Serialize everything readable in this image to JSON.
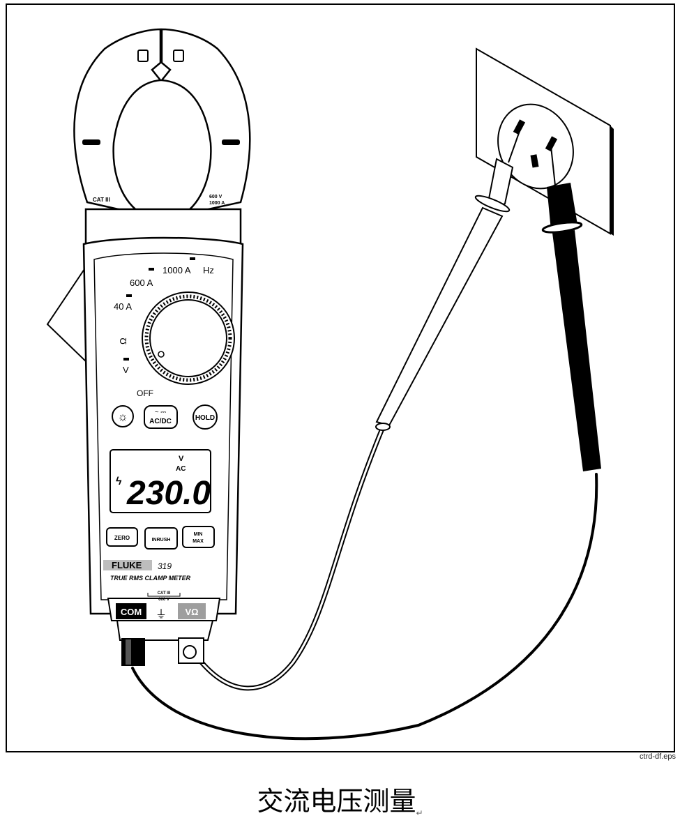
{
  "figure": {
    "clamp_labels": {
      "cat": "CAT III",
      "rating_v": "600 V",
      "rating_a": "1000 A"
    },
    "dial_labels": {
      "a1000": "1000 A",
      "hz": "Hz",
      "a600": "600 A",
      "a40": "40 A",
      "ohm": "Ω",
      "volt": "V",
      "off": "OFF"
    },
    "buttons": {
      "backlight": "☼",
      "acdc": "AC/DC",
      "hold": "HOLD",
      "zero": "ZERO",
      "inrush": "INRUSH",
      "min": "MIN",
      "max": "MAX"
    },
    "display": {
      "unit_top": "V",
      "unit_sub": "AC",
      "hazard": "ϟ",
      "reading": "230.0"
    },
    "brand": {
      "name": "FLUKE",
      "model": "319",
      "subtitle": "TRUE RMS CLAMP METER"
    },
    "jacks": {
      "com": "COM",
      "cat": "CAT III",
      "volts": "600 V",
      "vohm": "VΩ"
    }
  },
  "file_label": "ctrd-df.eps",
  "caption": "交流电压测量",
  "caption_mark": "↵"
}
